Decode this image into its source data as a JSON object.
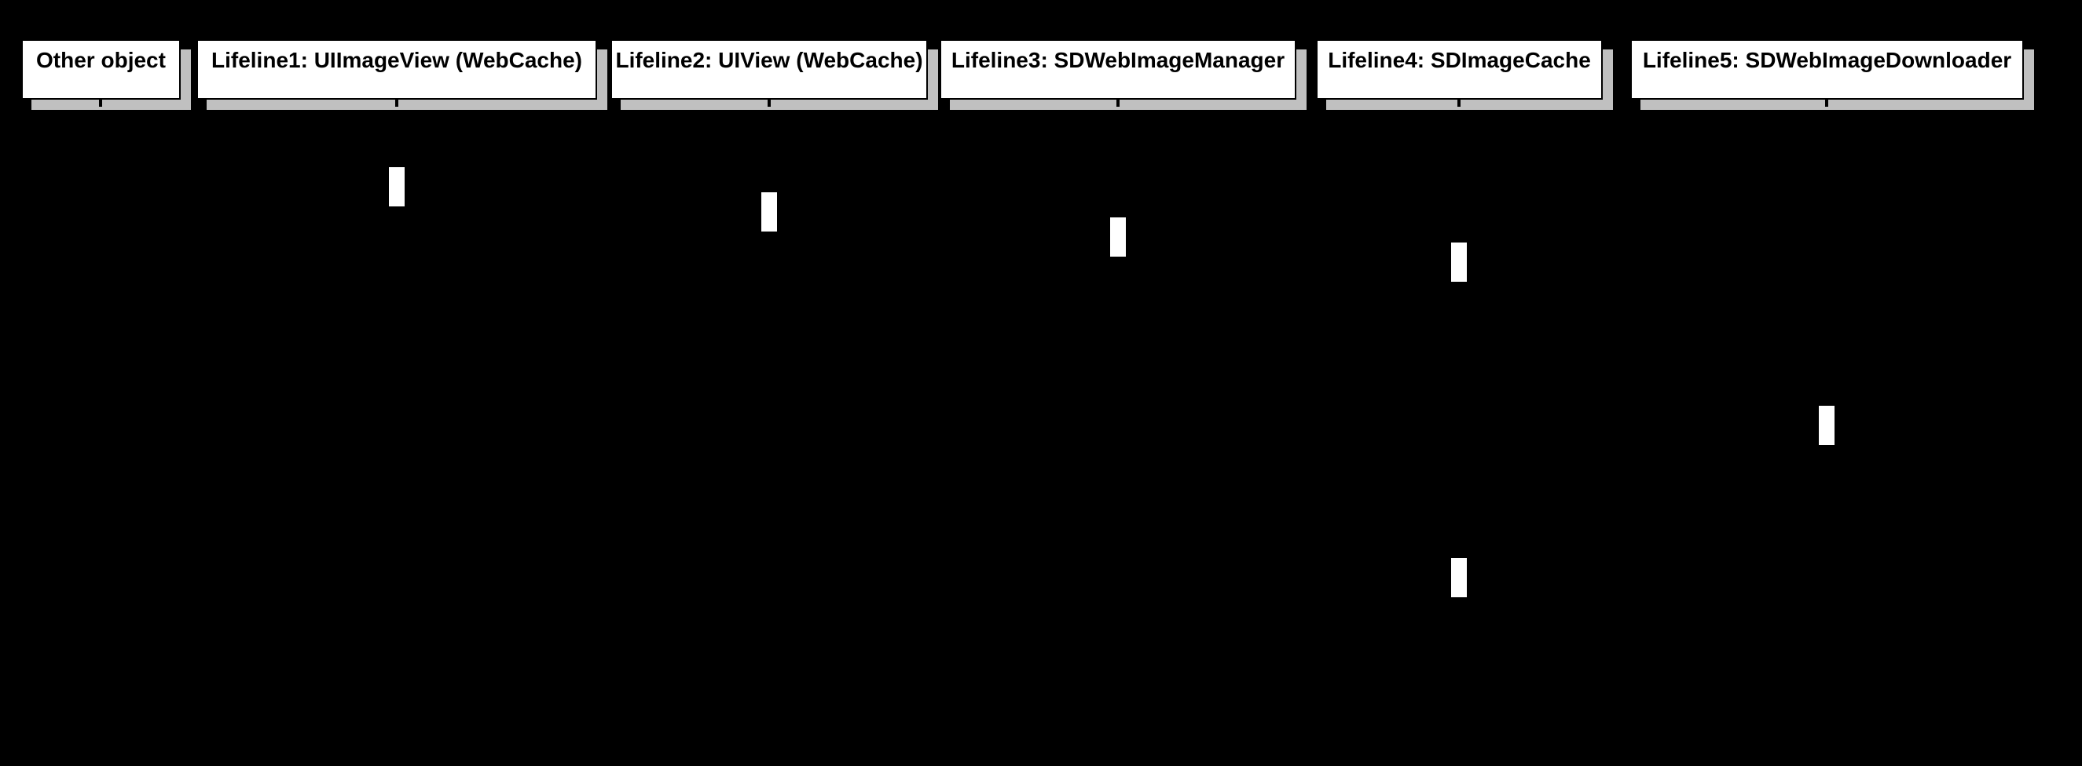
{
  "diagram": {
    "kind": "uml-sequence-diagram",
    "background_color": "#000000",
    "box_fill_color": "#ffffff",
    "box_border_color": "#000000",
    "shadow_color": "#c0c0c0",
    "text_color": "#000000"
  },
  "lifelines": [
    {
      "label": "Other object"
    },
    {
      "label": "Lifeline1: UIImageView (WebCache)"
    },
    {
      "label": "Lifeline2: UIView (WebCache)"
    },
    {
      "label": "Lifeline3: SDWebImageManager"
    },
    {
      "label": "Lifeline4: SDImageCache"
    },
    {
      "label": "Lifeline5: SDWebImageDownloader"
    }
  ],
  "activations": [
    {
      "lifeline": "Lifeline1: UIImageView (WebCache)",
      "order": 1
    },
    {
      "lifeline": "Lifeline2: UIView (WebCache)",
      "order": 2
    },
    {
      "lifeline": "Lifeline3: SDWebImageManager",
      "order": 3
    },
    {
      "lifeline": "Lifeline4: SDImageCache",
      "order": 4
    },
    {
      "lifeline": "Lifeline5: SDWebImageDownloader",
      "order": 5
    },
    {
      "lifeline": "Lifeline4: SDImageCache",
      "order": 6
    }
  ]
}
